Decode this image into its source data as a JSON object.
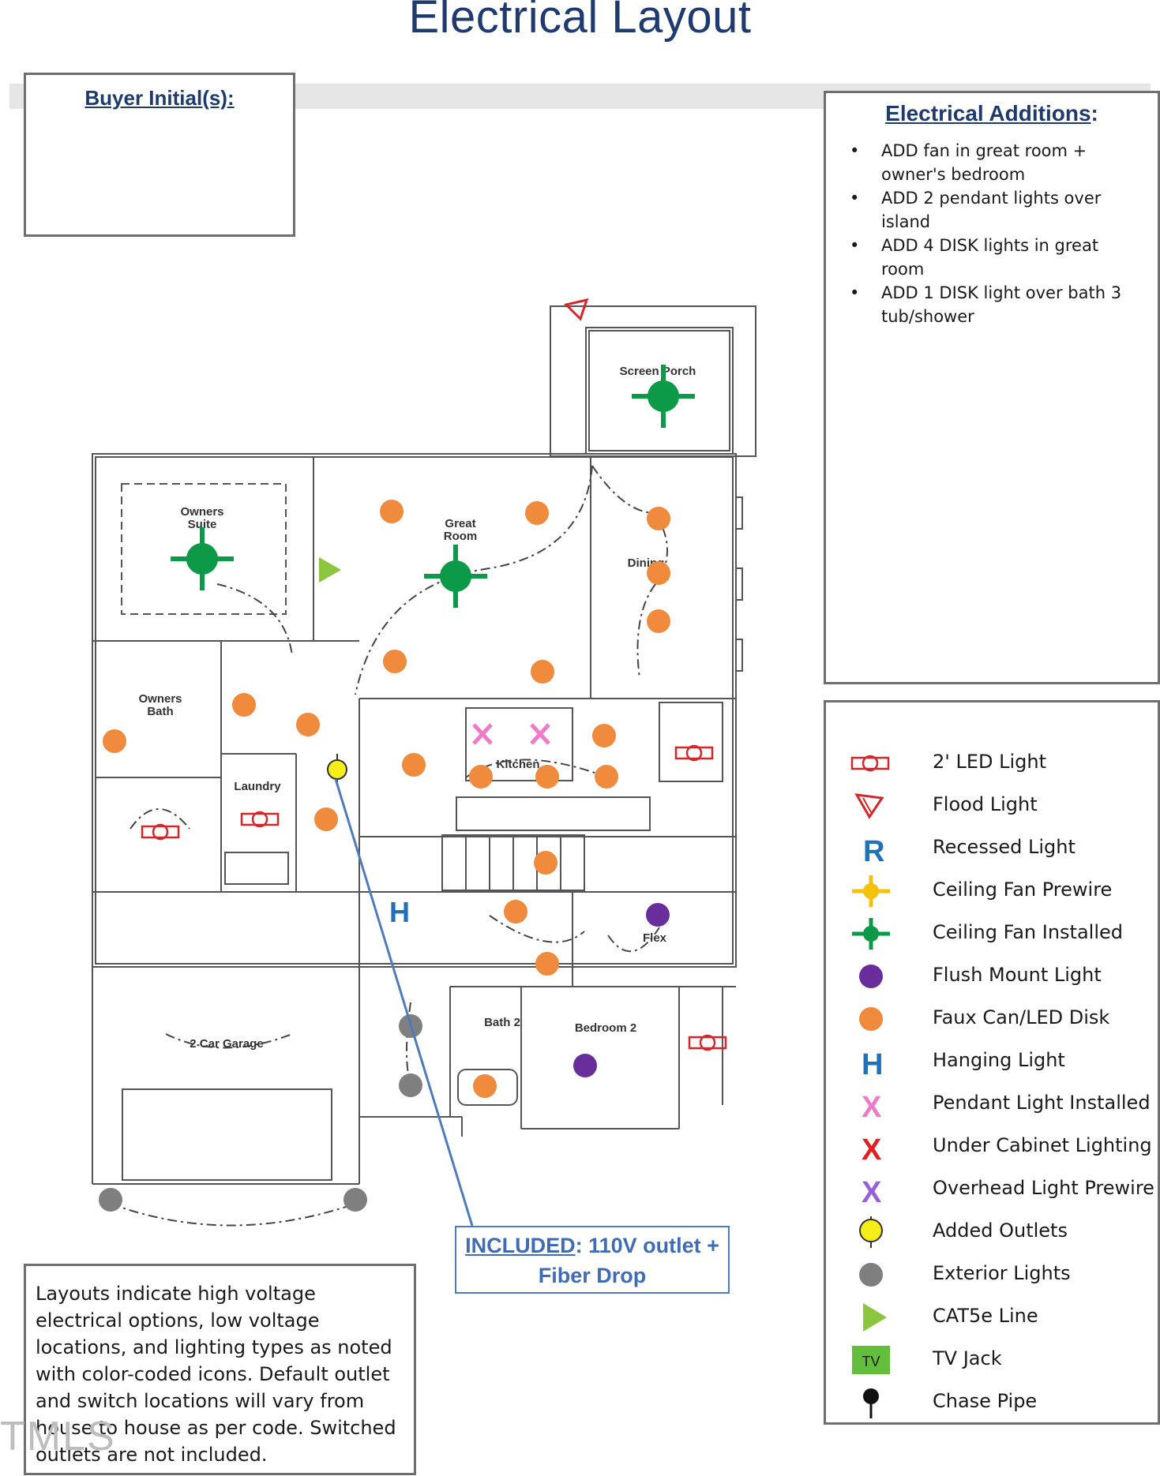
{
  "title": "Electrical Layout",
  "buyer_box": {
    "title": "Buyer Initial(s):"
  },
  "additions": {
    "title": "Electrical Additions",
    "title_suffix": ":",
    "items": [
      {
        "bullet": "•",
        "text": "ADD fan in great room + owner's bedroom"
      },
      {
        "bullet": "•",
        "text": "ADD 2 pendant lights over island"
      },
      {
        "bullet": "•",
        "text": "ADD 4 DISK lights in great room"
      },
      {
        "bullet": "•",
        "text": "ADD 1 DISK light over bath 3 tub/shower"
      }
    ]
  },
  "legend": {
    "items": [
      {
        "icon": "led-light-icon",
        "label": "2' LED Light"
      },
      {
        "icon": "flood-light-icon",
        "label": "Flood Light"
      },
      {
        "icon": "recessed-light-icon",
        "label": "Recessed Light",
        "glyph": "R"
      },
      {
        "icon": "ceiling-fan-prewire-icon",
        "label": "Ceiling Fan Prewire"
      },
      {
        "icon": "ceiling-fan-installed-icon",
        "label": "Ceiling Fan Installed"
      },
      {
        "icon": "flush-mount-light-icon",
        "label": "Flush Mount Light"
      },
      {
        "icon": "faux-can-icon",
        "label": "Faux Can/LED Disk"
      },
      {
        "icon": "hanging-light-icon",
        "label": "Hanging Light",
        "glyph": "H"
      },
      {
        "icon": "pendant-light-icon",
        "label": "Pendant Light Installed",
        "glyph": "X"
      },
      {
        "icon": "under-cabinet-icon",
        "label": "Under Cabinet Lighting",
        "glyph": "X"
      },
      {
        "icon": "overhead-prewire-icon",
        "label": "Overhead Light Prewire",
        "glyph": "X"
      },
      {
        "icon": "added-outlet-icon",
        "label": "Added Outlets"
      },
      {
        "icon": "exterior-light-icon",
        "label": "Exterior Lights"
      },
      {
        "icon": "cat5e-icon",
        "label": "CAT5e Line"
      },
      {
        "icon": "tv-jack-icon",
        "label": "TV Jack",
        "glyph": "TV"
      },
      {
        "icon": "chase-pipe-icon",
        "label": "Chase Pipe"
      }
    ]
  },
  "colors": {
    "navy": "#1f3a6e",
    "led_red": "#d7262a",
    "recessed_blue": "#2170b8",
    "fan_yellow": "#f4c20d",
    "fan_green": "#0d9a48",
    "flush_purple": "#6a2d9c",
    "faux_orange": "#f08a3c",
    "pendant_pink": "#f07ac8",
    "under_red": "#e02020",
    "overhead_purple": "#9560d8",
    "outlet_yellow": "#f5ee18",
    "exterior_grey": "#7f7f7f",
    "cat5e_green": "#8cc63f",
    "tv_green": "#63be3b"
  },
  "plan": {
    "rooms": {
      "owners_suite": "Owners Suite",
      "great_room": "Great Room",
      "dining": "Dining",
      "screen_porch": "Screen Porch",
      "owners_bath": "Owners Bath",
      "kitchen": "Kitchen",
      "laundry": "Laundry",
      "garage": "2 Car Garage",
      "flex": "Flex",
      "bath2": "Bath 2",
      "bedroom2": "Bedroom 2"
    },
    "callout": {
      "label": "INCLUDED",
      "text": ": 110V outlet + Fiber Drop"
    }
  },
  "note": "Layouts indicate high voltage electrical options, low voltage locations, and lighting types as noted with color-coded icons. Default outlet and switch locations will vary from house to house as per code. Switched outlets are not included.",
  "watermark": "TMLS"
}
